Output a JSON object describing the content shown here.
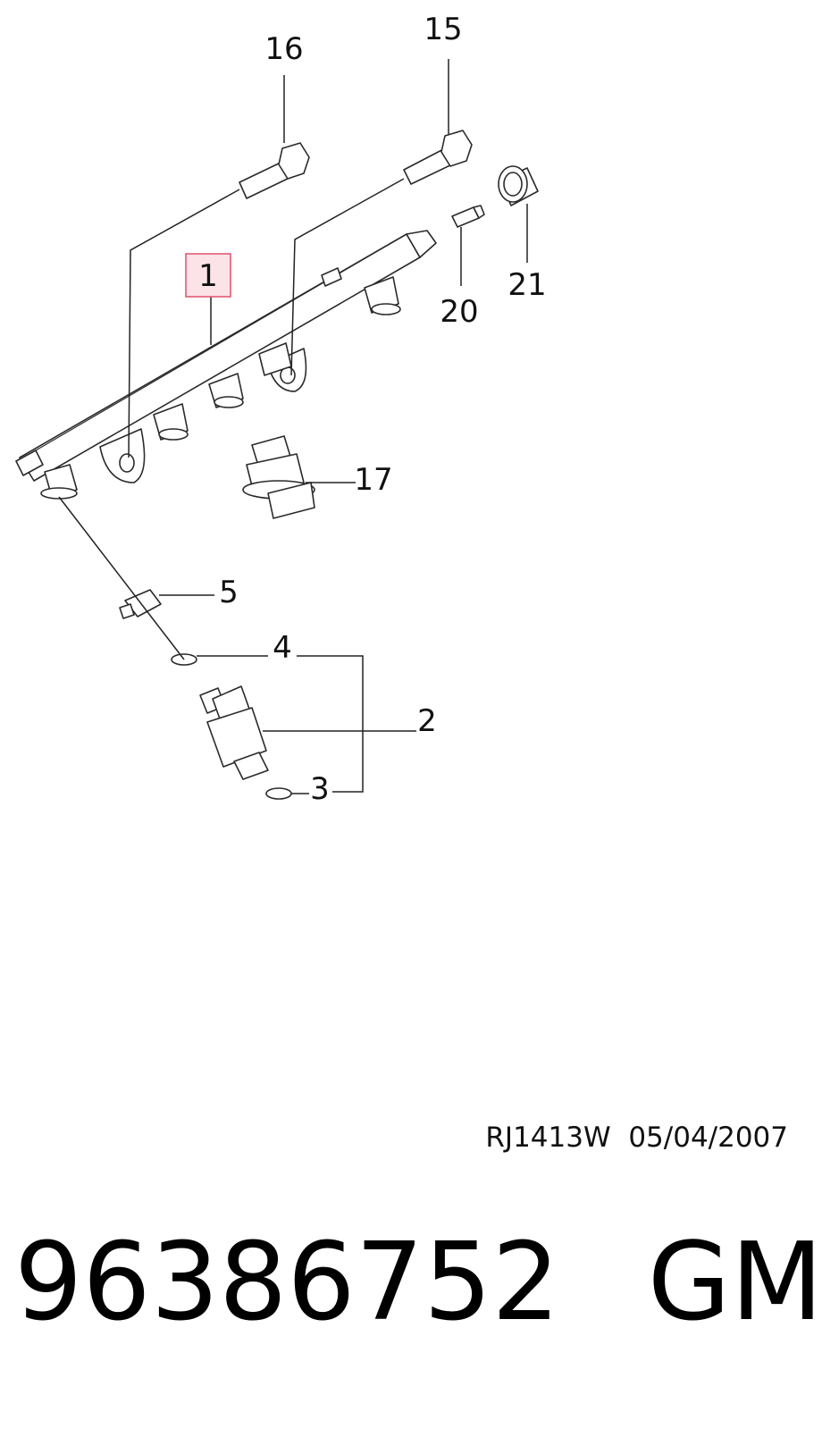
{
  "callouts": {
    "c1": "1",
    "c2": "2",
    "c3": "3",
    "c4": "4",
    "c5": "5",
    "c15": "15",
    "c16": "16",
    "c17": "17",
    "c20": "20",
    "c21": "21"
  },
  "highlighted_callout": "1",
  "colors": {
    "highlight_fill": "#fbe3e8",
    "highlight_border": "#e0506a"
  },
  "reference": "RJ1413W  05/04/2007",
  "part_number": "96386752",
  "brand": "GM"
}
